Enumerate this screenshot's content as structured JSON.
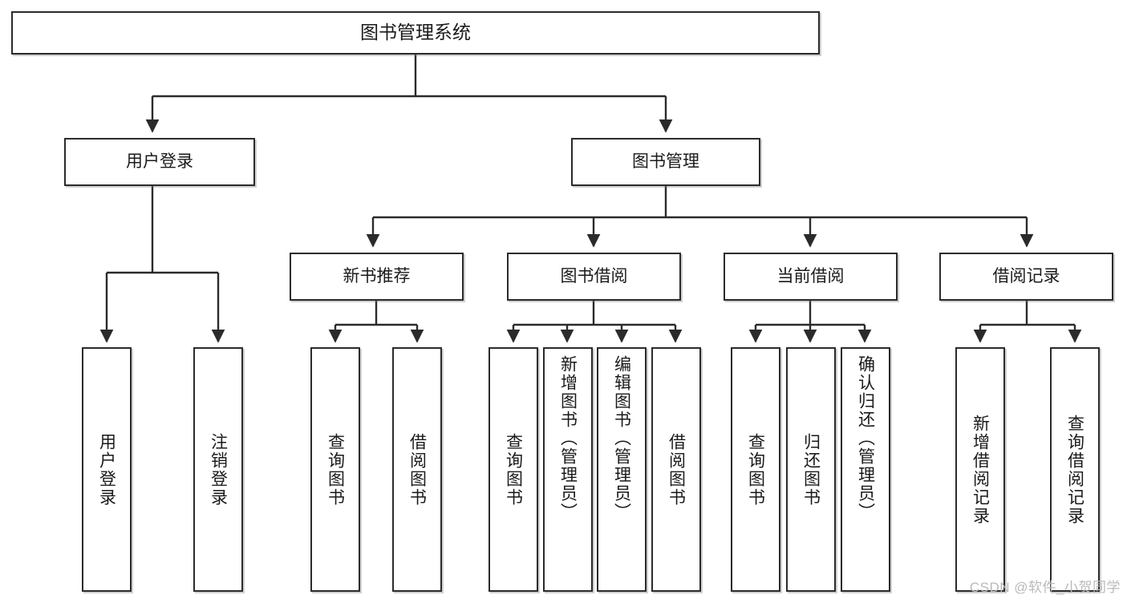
{
  "diagram": {
    "title": "图书管理系统",
    "type": "tree-hierarchy",
    "level1": {
      "label": "图书管理系统"
    },
    "level2": [
      {
        "label": "用户登录"
      },
      {
        "label": "图书管理"
      }
    ],
    "level3": [
      {
        "label": "新书推荐"
      },
      {
        "label": "图书借阅"
      },
      {
        "label": "当前借阅"
      },
      {
        "label": "借阅记录"
      }
    ],
    "leaves": {
      "user_login": [
        {
          "label": "用户登录"
        },
        {
          "label": "注销登录"
        }
      ],
      "new_book_recommend": [
        {
          "label": "查询图书"
        },
        {
          "label": "借阅图书"
        }
      ],
      "book_borrow": [
        {
          "label": "查询图书"
        },
        {
          "label": "新增图书（管理员）"
        },
        {
          "label": "编辑图书（管理员）"
        },
        {
          "label": "借阅图书"
        }
      ],
      "current_borrow": [
        {
          "label": "查询图书"
        },
        {
          "label": "归还图书"
        },
        {
          "label": "确认归还（管理员）"
        }
      ],
      "borrow_record": [
        {
          "label": "新增借阅记录"
        },
        {
          "label": "查询借阅记录"
        }
      ]
    }
  },
  "watermark": {
    "text": "CSDN @软件_小贺同学"
  },
  "colors": {
    "stroke": "#2b2b2b",
    "box_fill": "#ffffff",
    "text": "#1a1a1a",
    "watermark": "#b9b9b9",
    "background": "#ffffff"
  }
}
